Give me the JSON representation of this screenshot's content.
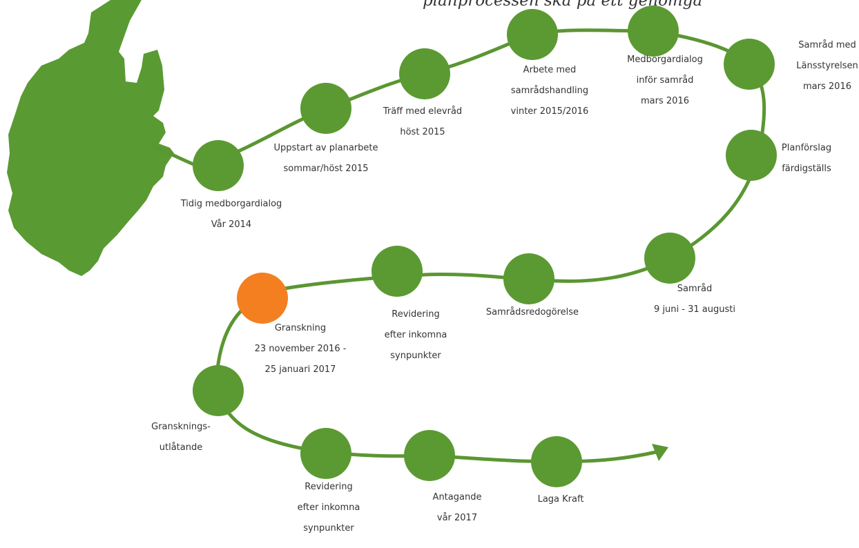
{
  "caption": "planprocessen ska på ett genomgå",
  "colors": {
    "path": "#5b9632",
    "node": "#5b9a32",
    "current_node": "#f47f20",
    "region": "#5a9a32"
  },
  "timeline": [
    {
      "id": "tidig",
      "lines": [
        "Tidig medborgardialog",
        "Vår 2014"
      ]
    },
    {
      "id": "uppstart",
      "lines": [
        "Uppstart av planarbete",
        "sommar/höst 2015"
      ]
    },
    {
      "id": "elevrad",
      "lines": [
        "Träff med elevråd",
        "höst 2015"
      ]
    },
    {
      "id": "arbete",
      "lines": [
        "Arbete med",
        "samrådshandling",
        "vinter 2015/2016"
      ]
    },
    {
      "id": "medborgardialog",
      "lines": [
        "Medborgardialog",
        "inför samråd",
        "mars 2016"
      ]
    },
    {
      "id": "lansstyrelsen",
      "lines": [
        "Samråd med",
        "Länsstyrelsen",
        "mars 2016"
      ]
    },
    {
      "id": "planforslag",
      "lines": [
        "Planförslag",
        "färdigställs"
      ]
    },
    {
      "id": "samrad",
      "lines": [
        "Samråd",
        "9 juni - 31 augusti"
      ]
    },
    {
      "id": "samradsredogorelse",
      "lines": [
        "Samrådsredogörelse"
      ]
    },
    {
      "id": "revidering1",
      "lines": [
        "Revidering",
        "efter inkomna",
        "synpunkter"
      ]
    },
    {
      "id": "granskning",
      "lines": [
        "Granskning",
        "23 november 2016 -",
        "25 januari 2017"
      ],
      "current": true
    },
    {
      "id": "granskningsutlatande",
      "lines": [
        "Gransknings-",
        "utlåtande"
      ]
    },
    {
      "id": "revidering2",
      "lines": [
        "Revidering",
        "efter inkomna",
        "synpunkter"
      ]
    },
    {
      "id": "antagande",
      "lines": [
        "Antagande",
        "vår 2017"
      ]
    },
    {
      "id": "laga-kraft",
      "lines": [
        "Laga Kraft"
      ]
    }
  ]
}
